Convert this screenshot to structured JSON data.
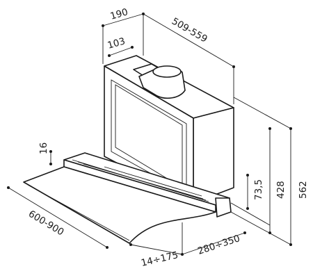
{
  "dimensions": {
    "top_depth": "190",
    "top_width": "509-559",
    "duct_offset": "103",
    "visor_thickness": "16",
    "total_width": "600-900",
    "mount_depth": "14÷175",
    "base_depth": "280÷350",
    "front_height": "73,5",
    "body_height": "428",
    "total_height": "562"
  },
  "colors": {
    "line": "#1a1a1a",
    "background": "#ffffff",
    "housing_fill": "#ffffff",
    "screen_fill": "#ffffff"
  }
}
